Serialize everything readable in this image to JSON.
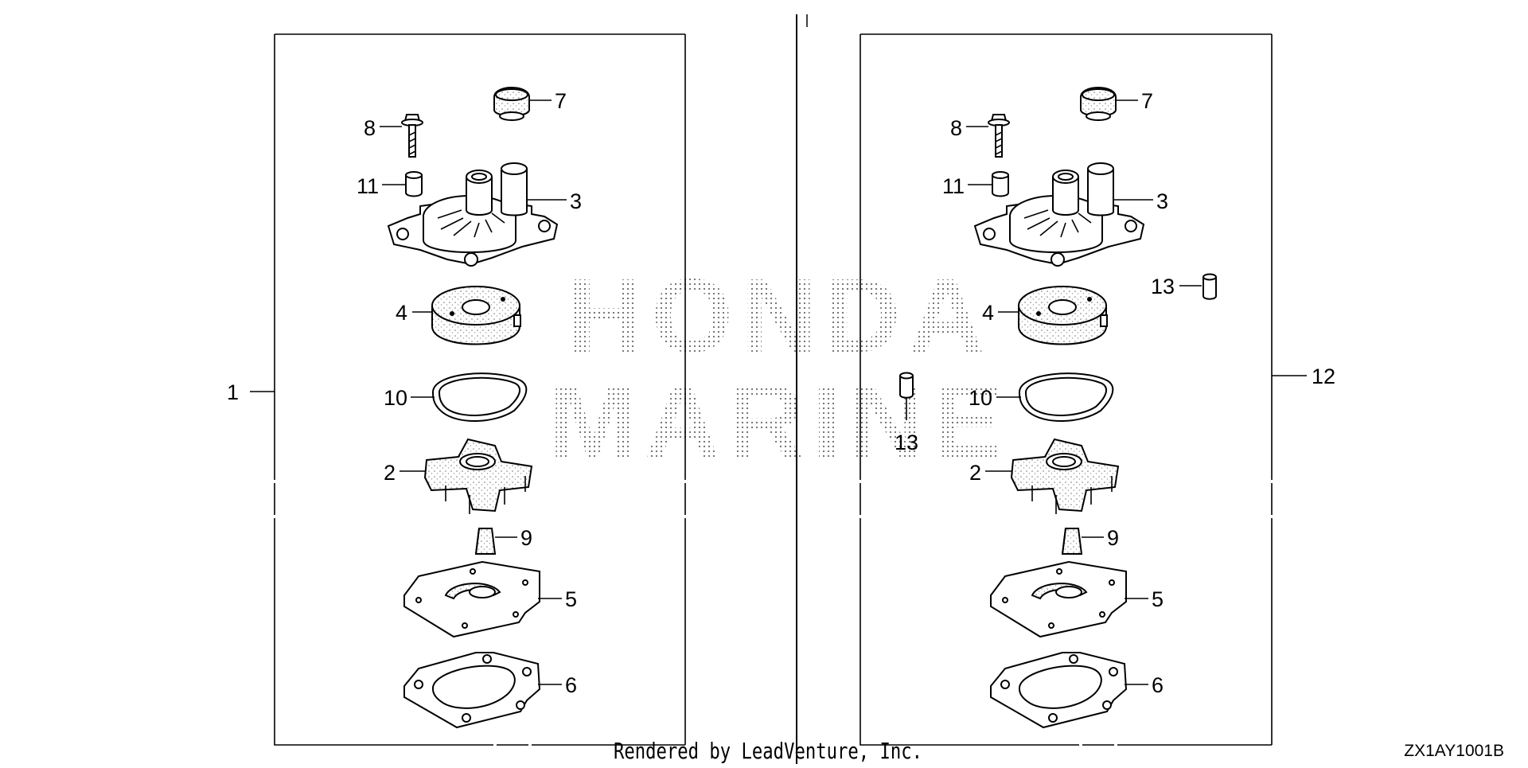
{
  "diagram": {
    "watermark": {
      "line1": "HONDA",
      "line2": "MARINE"
    },
    "credit": "Rendered by LeadVenture, Inc.",
    "drawing_code": "ZX1AY1001B",
    "assemblies": [
      {
        "kit_label": "1",
        "parts": [
          {
            "ref": "7"
          },
          {
            "ref": "8"
          },
          {
            "ref": "11"
          },
          {
            "ref": "3"
          },
          {
            "ref": "4"
          },
          {
            "ref": "10"
          },
          {
            "ref": "2"
          },
          {
            "ref": "9"
          },
          {
            "ref": "5"
          },
          {
            "ref": "6"
          }
        ]
      },
      {
        "kit_label": "12",
        "parts": [
          {
            "ref": "7"
          },
          {
            "ref": "8"
          },
          {
            "ref": "11"
          },
          {
            "ref": "3"
          },
          {
            "ref": "13"
          },
          {
            "ref": "4"
          },
          {
            "ref": "10"
          },
          {
            "ref": "13"
          },
          {
            "ref": "2"
          },
          {
            "ref": "9"
          },
          {
            "ref": "5"
          },
          {
            "ref": "6"
          }
        ]
      }
    ]
  }
}
